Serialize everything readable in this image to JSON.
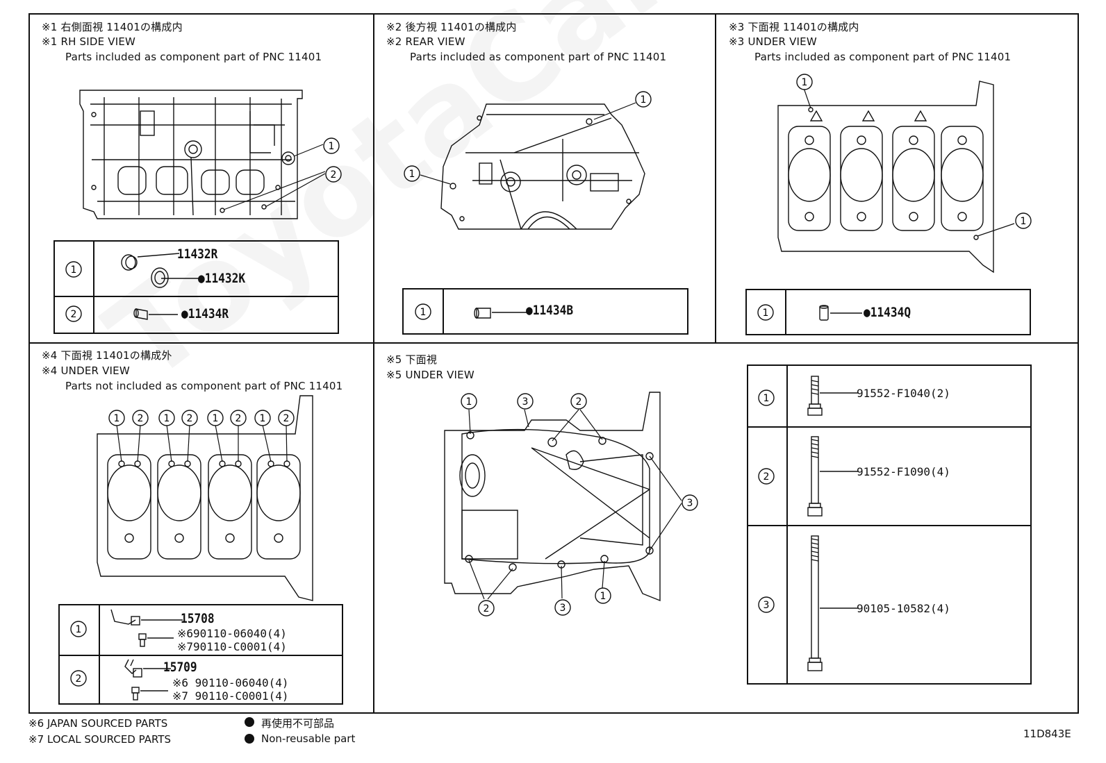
{
  "watermark": "ToyotaCarMiner.ru",
  "drawing_id": "11D843E",
  "panels": {
    "p1": {
      "jp": "※1 右側面視 11401の構成内",
      "en": "※1 RH SIDE VIEW",
      "note": "Parts included as component part of PNC 11401"
    },
    "p2": {
      "jp": "※2 後方視 11401の構成内",
      "en": "※2 REAR VIEW",
      "note": "Parts included as component part of PNC 11401"
    },
    "p3": {
      "jp": "※3 下面視 11401の構成内",
      "en": "※3 UNDER VIEW",
      "note": "Parts included as component part of PNC 11401"
    },
    "p4": {
      "jp": "※4 下面視 11401の構成外",
      "en": "※4 UNDER VIEW",
      "note": "Parts not included as component part of PNC 11401"
    },
    "p5": {
      "jp": "※5 下面視",
      "en": "※5 UNDER VIEW"
    }
  },
  "callouts": {
    "c1": "1",
    "c2": "2",
    "c3": "3"
  },
  "tables": {
    "t1": {
      "r1_a": "11432R",
      "r1_b": "●11432K",
      "r2_a": "●11434R"
    },
    "t2": {
      "r1_a": "●11434B"
    },
    "t3": {
      "r1_a": "●11434Q"
    },
    "t4": {
      "r1_a": "15708",
      "r1_b": "※690110-06040(4)",
      "r1_c": "※790110-C0001(4)",
      "r2_a": "15709",
      "r2_b": "※6 90110-06040(4)",
      "r2_c": "※7 90110-C0001(4)"
    },
    "t5": {
      "r1": "91552-F1040(2)",
      "r2": "91552-F1090(4)",
      "r3": "90105-10582(4)"
    }
  },
  "footer": {
    "note6": "※6 JAPAN SOURCED PARTS",
    "note7": "※7 LOCAL SOURCED PARTS",
    "legend_jp": "再使用不可部品",
    "legend_en": "Non-reusable part"
  }
}
